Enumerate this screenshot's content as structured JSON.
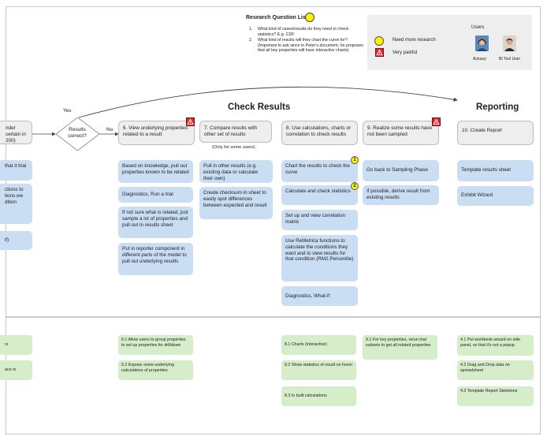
{
  "research_questions": {
    "title": "Research Question List",
    "items": [
      {
        "num": "1.",
        "text": "What kind of cases/results do they need to check statistics? E.g. CDF"
      },
      {
        "num": "2.",
        "text": "What kind of results will they chart the curve for? (Important to ask since in Peter's document, he proposes that all key properties will have interactive charts)"
      }
    ]
  },
  "legend": {
    "need_more_research": "Need more research",
    "very_painful": "Very painful",
    "users_title": "Users",
    "users": [
      "Actuary",
      "BI Tool User"
    ]
  },
  "flow": {
    "left_partial_box": "nder certain in 200)",
    "decision": "Results correct?",
    "yes": "Yes",
    "no": "No",
    "section_check": "Check Results",
    "section_reporting": "Reporting",
    "steps": [
      "6. View underlying properties related to a result",
      "7. Compare results with other set of results",
      "8. Use calculations, charts or correlation to check results",
      "9. Realize some results have not been sampled",
      "10. Create Report"
    ],
    "only_some_users": "(Only for some users)"
  },
  "left_partial": [
    "that it trial",
    "ctions to tions ew dition",
    "if)"
  ],
  "col6": [
    "Based on knowledge, pull out properties known to be related",
    "Diagnostics, Run a trial",
    "If not sure what is related, just sample a lot of properties and pull out in results sheet",
    "Put in reporter component in different parts of the model to pull out underlying results"
  ],
  "col7": [
    "Pull in other results (e.g. existing data or calculate their own)",
    "Create checksum in sheet to easily spot differences between expected and result"
  ],
  "col8": [
    "Chart the results to check the curve",
    "Calculate and check statistics",
    "Set up and view correlation matrix",
    "Use ReMetrica functions to calculate the conditions they want and to view results for that condition (RM2.Percentile)",
    "Diagnostics, What-If"
  ],
  "badges": [
    "1",
    "2"
  ],
  "col9": [
    "Go back to Sampling Phase",
    "If possible, derive result from existing results"
  ],
  "col10": [
    "Template results sheet",
    "Exhibit Wizard"
  ],
  "opportunities": {
    "left": [
      "rs",
      "ace to"
    ],
    "col6": [
      "6.1 Allow users to group properties to set up properties for drilldown",
      "6.2 Expose some underlying calculations of properties"
    ],
    "col8": [
      "8.1 Charts (Interactive)",
      "8.2 Show statistics of result on hover",
      "8.3 In built calculations"
    ],
    "col9": [
      "9.1 For key properties, rerun trial subsets to get all related properties"
    ],
    "col10": [
      "4.1  Put workbook wizard on side panel, so that it's not a popup",
      "4.2 Drag and Drop data on spreadsheet",
      "4.3 Template Report Skeletons"
    ]
  },
  "colors": {
    "yellow": "#fff200",
    "red": "#e1262a",
    "blue_card": "#c9ddf3",
    "green_card": "#d5edc9",
    "step_box": "#eeeeee"
  }
}
